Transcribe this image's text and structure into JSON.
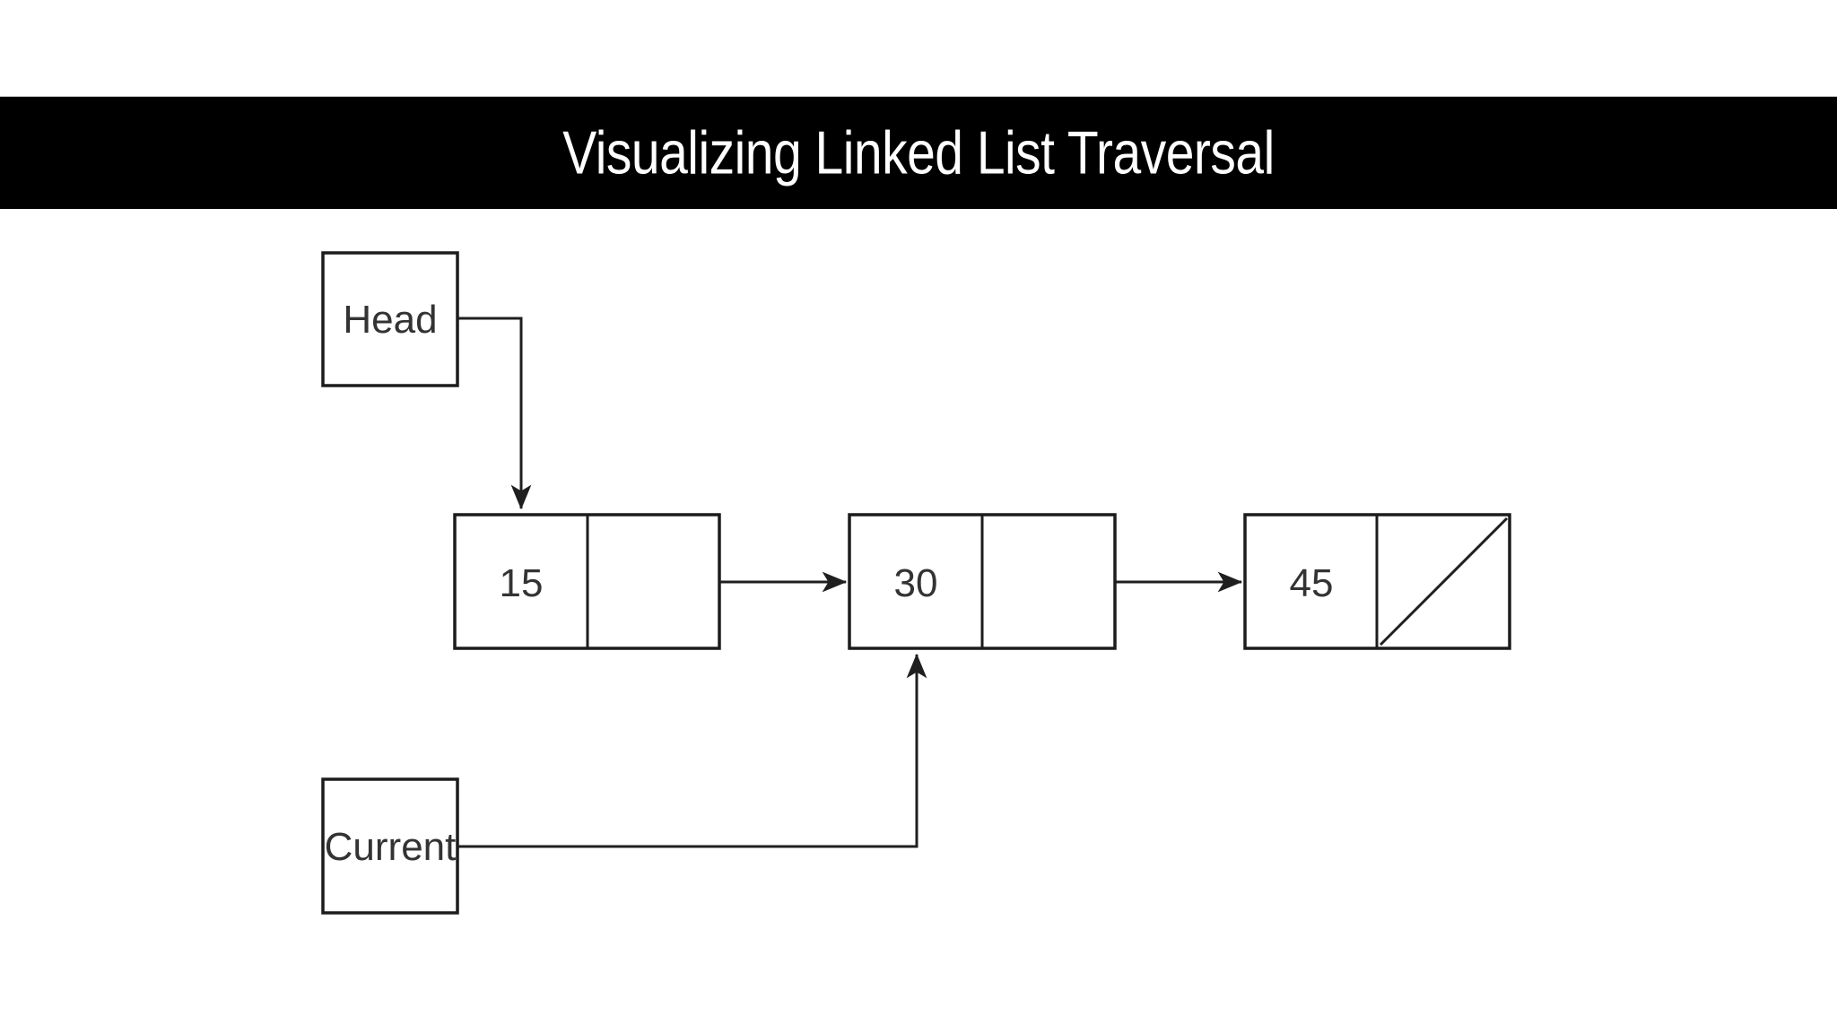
{
  "banner": {
    "title": "Visualizing Linked List Traversal",
    "bg_color": "#000000",
    "text_color": "#ffffff"
  },
  "diagram": {
    "head_pointer_label": "Head",
    "current_pointer_label": "Current",
    "nodes": [
      {
        "value": "15",
        "pointer": "next"
      },
      {
        "value": "30",
        "pointer": "next"
      },
      {
        "value": "45",
        "pointer": "null-slash"
      }
    ],
    "line_color": "#1f1f1f",
    "box_text_color": "#333333",
    "background_color": "#ffffff"
  }
}
